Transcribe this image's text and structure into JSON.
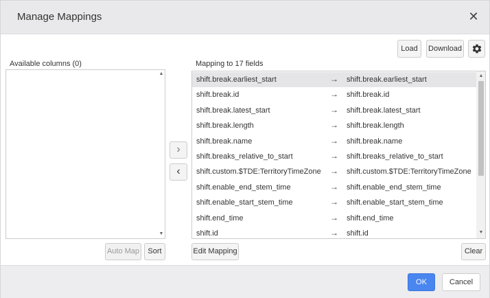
{
  "dialog": {
    "title": "Manage Mappings",
    "close_glyph": "✕"
  },
  "toolbar": {
    "load_label": "Load",
    "download_label": "Download",
    "settings_icon": "gear-icon"
  },
  "available": {
    "label": "Available columns (0)",
    "auto_map_label": "Auto Map",
    "sort_label": "Sort"
  },
  "transfer": {
    "move_right_glyph": "›",
    "move_left_glyph": "‹"
  },
  "mapping": {
    "label": "Mapping to 17 fields",
    "arrow_glyph": "→",
    "rows": [
      {
        "source": "shift.break.earliest_start",
        "target": "shift.break.earliest_start",
        "selected": true
      },
      {
        "source": "shift.break.id",
        "target": "shift.break.id"
      },
      {
        "source": "shift.break.latest_start",
        "target": "shift.break.latest_start"
      },
      {
        "source": "shift.break.length",
        "target": "shift.break.length"
      },
      {
        "source": "shift.break.name",
        "target": "shift.break.name"
      },
      {
        "source": "shift.breaks_relative_to_start",
        "target": "shift.breaks_relative_to_start"
      },
      {
        "source": "shift.custom.$TDE:TerritoryTimeZone",
        "target": "shift.custom.$TDE:TerritoryTimeZone"
      },
      {
        "source": "shift.enable_end_stem_time",
        "target": "shift.enable_end_stem_time"
      },
      {
        "source": "shift.enable_start_stem_time",
        "target": "shift.enable_start_stem_time"
      },
      {
        "source": "shift.end_time",
        "target": "shift.end_time"
      },
      {
        "source": "shift.id",
        "target": "shift.id"
      }
    ],
    "edit_mapping_label": "Edit Mapping",
    "clear_label": "Clear"
  },
  "footer": {
    "ok_label": "OK",
    "cancel_label": "Cancel"
  },
  "colors": {
    "primary": "#4a86f0",
    "header_bg": "#e9e9eb",
    "selected_row": "#e5e5e8"
  }
}
